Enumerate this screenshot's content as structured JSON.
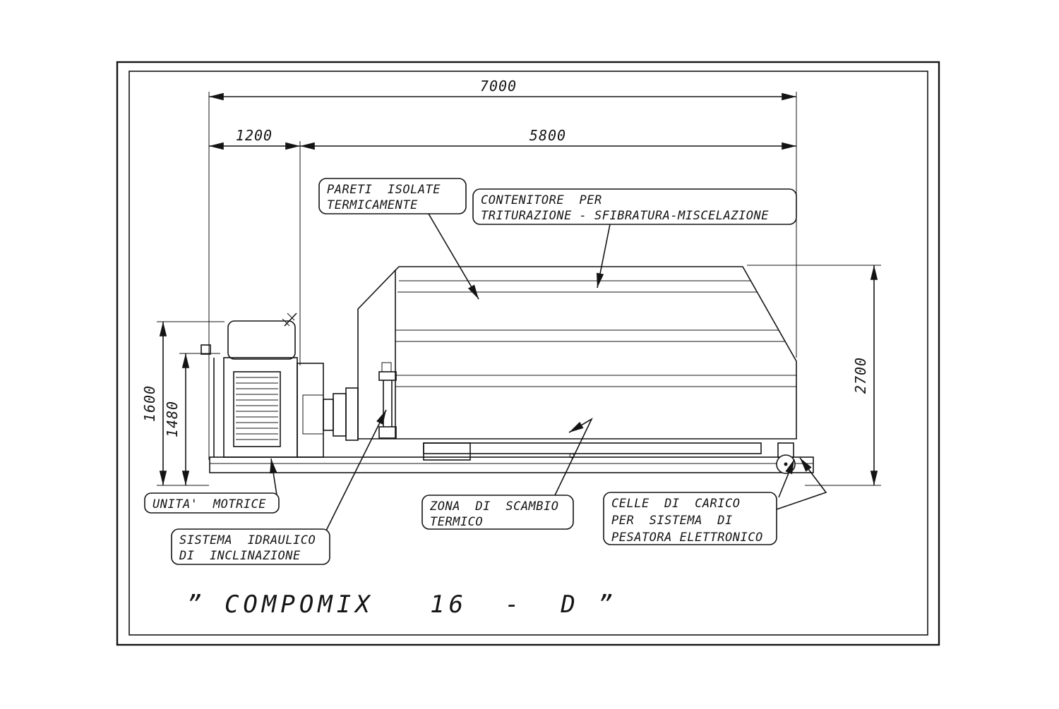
{
  "drawing": {
    "title": "” COMPOMIX   16  -  D ”",
    "colors": {
      "ink": "#141414",
      "paper": "#ffffff"
    },
    "dimensions": {
      "total_length": "7000",
      "drive_section_length": "1200",
      "container_length": "5800",
      "drive_unit_height": "1600",
      "frame_height": "1480",
      "container_height": "2700"
    },
    "callouts": {
      "insulated_walls": {
        "line1": "PARETI  ISOLATE",
        "line2": "TERMICAMENTE"
      },
      "container": {
        "line1": "CONTENITORE  PER",
        "line2": "TRITURAZIONE - SFIBRATURA-MISCELAZIONE"
      },
      "drive_unit": {
        "line1": "UNITA'  MOTRICE"
      },
      "hydraulic_system": {
        "line1": "SISTEMA  IDRAULICO",
        "line2": "DI  INCLINAZIONE"
      },
      "heat_exchange": {
        "line1": "ZONA  DI  SCAMBIO",
        "line2": "TERMICO"
      },
      "load_cells": {
        "line1": "CELLE  DI  CARICO",
        "line2": "PER  SISTEMA  DI",
        "line3": "PESATORA ELETTRONICO"
      }
    }
  }
}
